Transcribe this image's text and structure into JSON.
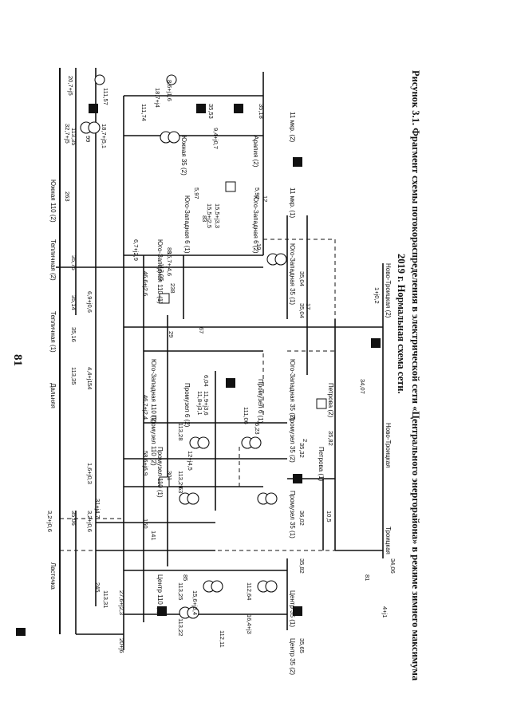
{
  "page": {
    "number": "81",
    "caption_line1": "Рисунок 3.1. Фрагмент схемы потокораспределения в электрической сети «Центрального энергорайона» в режиме зимнего максимума",
    "caption_line2": "2019 г. Нормальная схема сети."
  },
  "diagram": {
    "substations": [
      "Ласточка",
      "Дальняя",
      "Тепличная (1)",
      "Тепличная (2)",
      "Южная 110 (2)",
      "Южная 35 (2)",
      "Арапия (2)",
      "Юго-Западная 110 (1)",
      "Юго-Западная 110 (2)",
      "Юго-Западная 6 (1)",
      "Юго-Западная 6 (2)",
      "Юго-Западная 35 (1)",
      "Юго-Западная 35 (2)",
      "Промузел 110 (1)",
      "Промузел 110 (2)",
      "Промузел 6 (1)",
      "Промузел 6 (2)",
      "Промузел 35 (1)",
      "Промузел 35 (2)",
      "Петрова (1)",
      "Петрова (2)",
      "Центр 110 (1)",
      "Центр 35 (1)",
      "Центр 35 (2)",
      "Троицкая",
      "Ново-Троицкая",
      "Ново-Троицкая (2)",
      "11 мкр. (1)",
      "11 мкр. (2)"
    ],
    "voltages": [
      "35,06",
      "113,35",
      "35,16",
      "35,14",
      "35,75",
      "113,05",
      "113,35",
      "35,53",
      "35,18",
      "111,74",
      "111,57",
      "113,28",
      "113,29",
      "113,31",
      "113,25",
      "113,22",
      "112,64",
      "112,11",
      "35,82",
      "35,65",
      "36,02",
      "35,32",
      "35,04",
      "35,04",
      "35,82",
      "34,07",
      "34,06",
      "6,04",
      "6,23",
      "5,97",
      "5,97",
      "111,06",
      "113,05"
    ],
    "flows": [
      "3,2+j0,6",
      "3,2+j0,6",
      "31+j4,7",
      "245",
      "27,6+j2,3",
      "20+j6",
      "4,4+j1",
      "6,9+j0,6",
      "263",
      "32,7+j5",
      "18,7+j5,1",
      "18,7+j4",
      "8,6+j1,6",
      "9,4+j0,7",
      "6,7+j2,9",
      "16,7+j4,6",
      "15,5+j2,5",
      "15,5+j3,3",
      "46,6+j2,6",
      "46,7+j2,4",
      "58,6+j6,9",
      "12+j4,5",
      "11,8+j3,1",
      "11,9+j3,6",
      "16,4+j3",
      "15,6+j3,4",
      "1+j0,2",
      "1,6+j0,3",
      "4+j1",
      "10,5",
      "20,7+j5",
      "160",
      "141",
      "85",
      "63",
      "81",
      "99",
      "54",
      "67",
      "83",
      "88",
      "238",
      "301",
      "29",
      "12",
      "10",
      "2",
      "17"
    ]
  }
}
